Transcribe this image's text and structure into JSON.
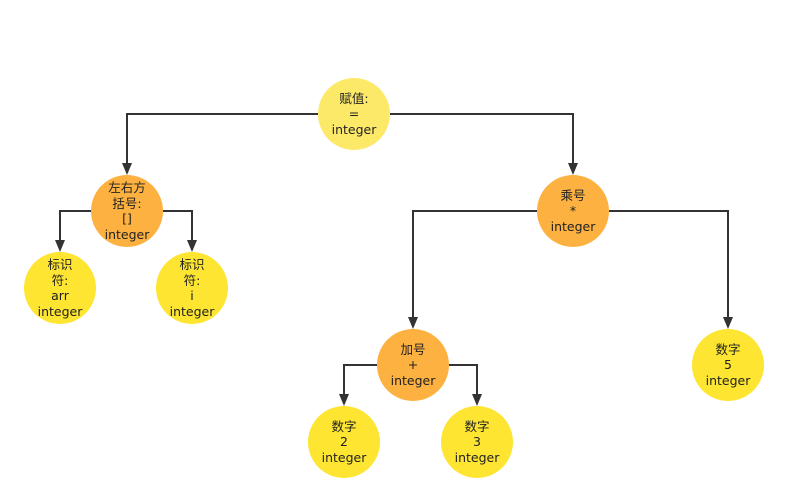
{
  "colors": {
    "background": "#ffffff",
    "edge": "#333333",
    "root_fill": "#fde968",
    "operator_fill": "#fdb140",
    "leaf_fill": "#fde531",
    "text": "#222222"
  },
  "nodes": {
    "root": {
      "lines": [
        "赋值:",
        "=",
        "integer"
      ],
      "kind": "root"
    },
    "brackets": {
      "lines": [
        "左右方",
        "括号:",
        "[]",
        "integer"
      ],
      "kind": "operator"
    },
    "ident_arr": {
      "lines": [
        "标识",
        "符:",
        "arr",
        "integer"
      ],
      "kind": "leaf"
    },
    "ident_i": {
      "lines": [
        "标识",
        "符:",
        "i",
        "integer"
      ],
      "kind": "leaf"
    },
    "multiply": {
      "lines": [
        "乘号",
        "*",
        "integer"
      ],
      "kind": "operator"
    },
    "add": {
      "lines": [
        "加号",
        "+",
        "integer"
      ],
      "kind": "operator"
    },
    "num5": {
      "lines": [
        "数字",
        "5",
        "integer"
      ],
      "kind": "leaf"
    },
    "num2": {
      "lines": [
        "数字",
        "2",
        "integer"
      ],
      "kind": "leaf"
    },
    "num3": {
      "lines": [
        "数字",
        "3",
        "integer"
      ],
      "kind": "leaf"
    }
  },
  "edges": [
    {
      "from": "root",
      "to": "brackets"
    },
    {
      "from": "root",
      "to": "multiply"
    },
    {
      "from": "brackets",
      "to": "ident_arr"
    },
    {
      "from": "brackets",
      "to": "ident_i"
    },
    {
      "from": "multiply",
      "to": "add"
    },
    {
      "from": "multiply",
      "to": "num5"
    },
    {
      "from": "add",
      "to": "num2"
    },
    {
      "from": "add",
      "to": "num3"
    }
  ]
}
